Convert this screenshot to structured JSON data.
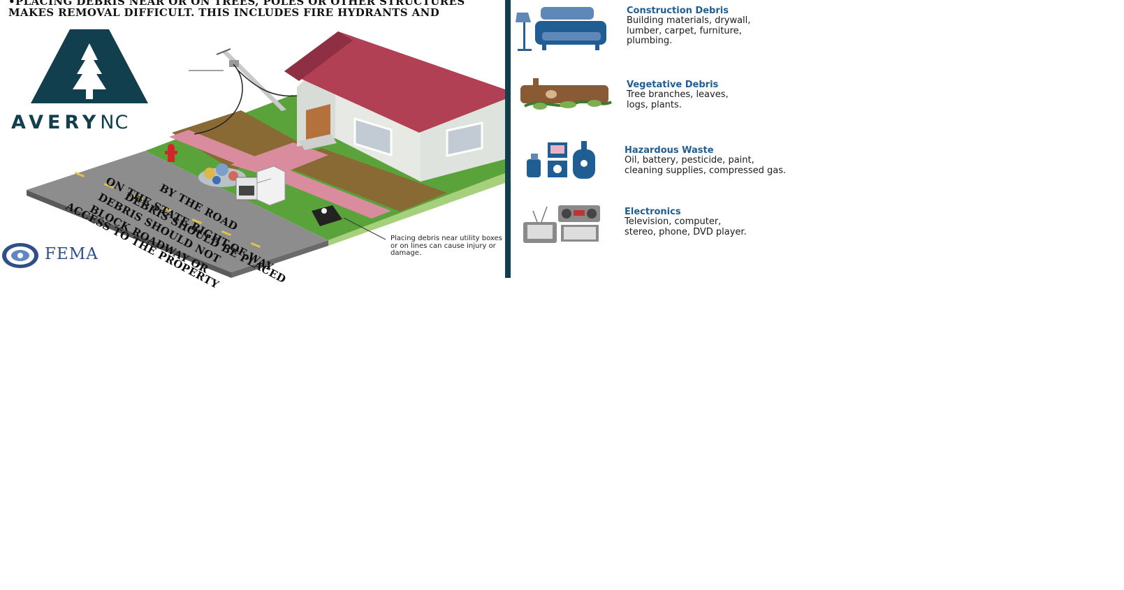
{
  "header": {
    "line1": "•PLACING DEBRIS NEAR OR ON TREES, POLES OR OTHER STRUCTURES",
    "line2": "MAKES REMOVAL DIFFICULT. THIS INCLUDES FIRE HYDRANTS AND"
  },
  "logo": {
    "brand_main": "AVERY",
    "brand_suffix": "NC"
  },
  "fema": {
    "text": "FEMA"
  },
  "road": {
    "lines": [
      "DEBRIS SHOULD BE PLACED",
      "BY THE ROAD",
      "ON THE STATE RIGHT-OF-WAY",
      "DEBRIS SHOULD NOT",
      "BLOCK ROADWAY OR",
      "ACCESS TO THE PROPERTY"
    ]
  },
  "callout": {
    "text": "Placing debris near utility boxes or on lines can cause injury or damage."
  },
  "categories": [
    {
      "title": "Construction Debris",
      "desc_lines": [
        "Building materials, drywall,",
        "lumber, carpet, furniture,",
        "plumbing."
      ],
      "icon": "couch-lamp-icon"
    },
    {
      "title": "Vegetative Debris",
      "desc_lines": [
        "Tree branches, leaves,",
        "logs, plants."
      ],
      "icon": "log-branches-icon"
    },
    {
      "title": "Hazardous Waste",
      "desc_lines": [
        "Oil, battery, pesticide, paint,",
        "cleaning supplies, compressed gas."
      ],
      "icon": "chemical-containers-icon"
    },
    {
      "title": "Electronics",
      "desc_lines": [
        "Television, computer,",
        "stereo, phone, DVD player."
      ],
      "icon": "tv-stereo-computer-icon"
    }
  ],
  "colors": {
    "brand_teal": "#123f4d",
    "category_blue": "#1f5d92",
    "roof": "#b24055",
    "grass": "#5aa33a",
    "dirt": "#8a6a34",
    "road": "#8d8d8d",
    "sidewalk": "#d98c9d"
  }
}
